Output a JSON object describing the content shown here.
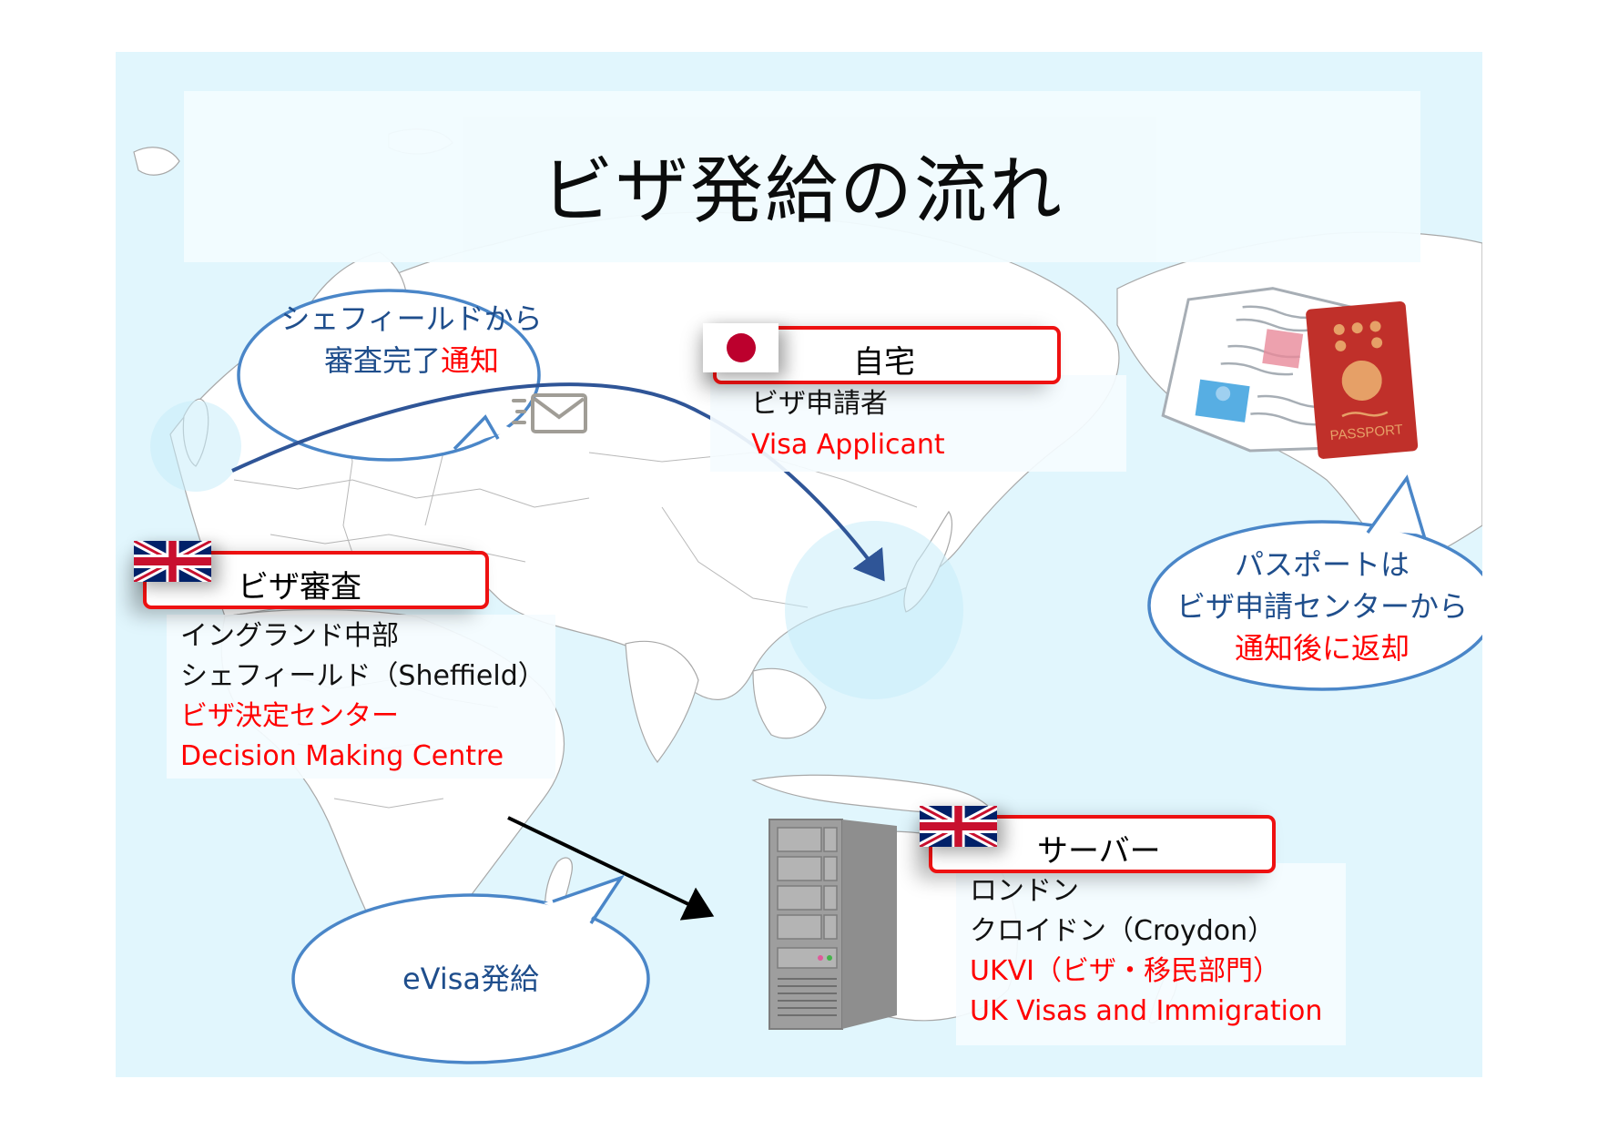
{
  "title": "ビザ発給の流れ",
  "bubbles": {
    "sheffield_notice": {
      "line1": "シェフィールドから",
      "line2_blue": "審査完了",
      "line2_red": "通知"
    },
    "passport_return": {
      "line1": "パスポートは",
      "line2": "ビザ申請センターから",
      "line3_red": "通知後に返却"
    },
    "evisa": {
      "text": "eVisa発給"
    }
  },
  "nodes": {
    "home": {
      "flag": "japan-flag",
      "label": "自宅",
      "lines": [
        {
          "text": "ビザ申請者",
          "color": "black"
        },
        {
          "text": "Visa Applicant",
          "color": "red"
        }
      ]
    },
    "visa_review": {
      "flag": "uk-flag",
      "label": "ビザ審査",
      "lines": [
        {
          "text": "イングランド中部",
          "color": "black"
        },
        {
          "text": "シェフィールド（Sheffield）",
          "color": "black"
        },
        {
          "text": "ビザ決定センター",
          "color": "red"
        },
        {
          "text": "Decision Making Centre",
          "color": "red"
        }
      ]
    },
    "server": {
      "flag": "uk-flag",
      "label": "サーバー",
      "lines": [
        {
          "text": "ロンドン",
          "color": "black"
        },
        {
          "text": "クロイドン（Croydon）",
          "color": "black"
        },
        {
          "text": "UKVI（ビザ・移民部門）",
          "color": "red"
        },
        {
          "text": "UK Visas and Immigration",
          "color": "red"
        }
      ]
    }
  },
  "illustrations": {
    "passport_label": "PASSPORT",
    "icons": [
      "envelope-icon",
      "server-icon",
      "passport-icon",
      "japan-flag",
      "uk-flag"
    ]
  },
  "colors": {
    "ocean": "#e1f6fd",
    "label_border": "#ee1111",
    "bubble_border": "#4a86c8",
    "bubble_text": "#1f4e8c",
    "arc": "#2f5597",
    "emphasis_red": "#ff0000",
    "passport_red": "#c0302a"
  }
}
